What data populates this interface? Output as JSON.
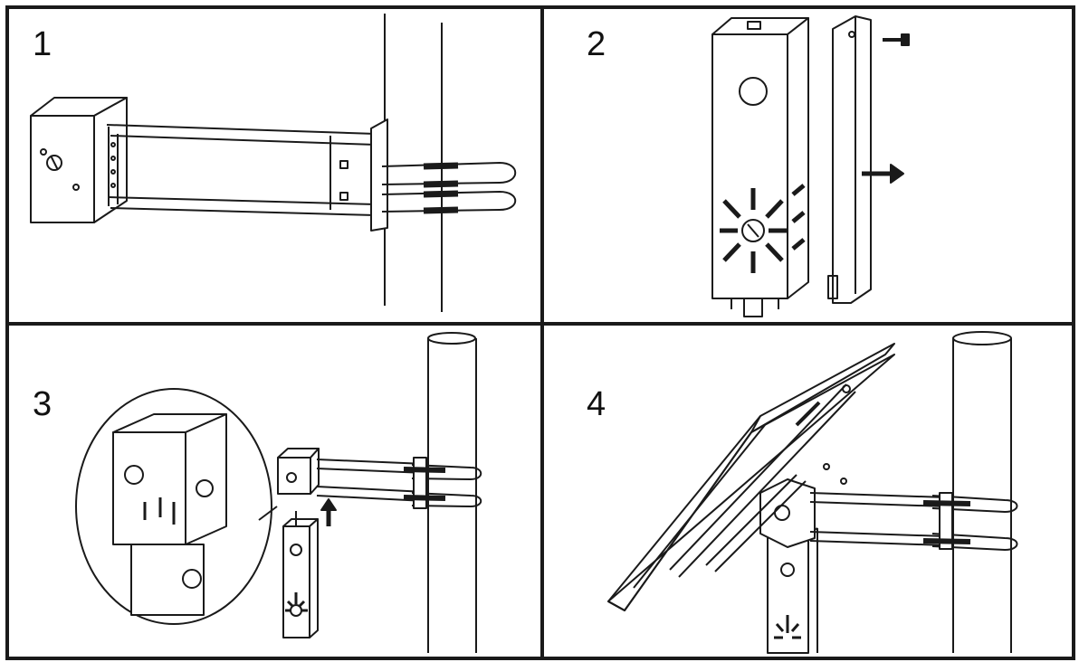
{
  "panels": [
    {
      "step": "1",
      "illustration": "mounting-arm-with-u-bolts-icon"
    },
    {
      "step": "2",
      "illustration": "bracket-separated-from-box-icon"
    },
    {
      "step": "3",
      "illustration": "box-inserted-into-bracket-icon"
    },
    {
      "step": "4",
      "illustration": "solar-panel-mounted-on-pole-icon"
    }
  ],
  "colors": {
    "line": "#1a1a1a",
    "background": "#ffffff"
  }
}
